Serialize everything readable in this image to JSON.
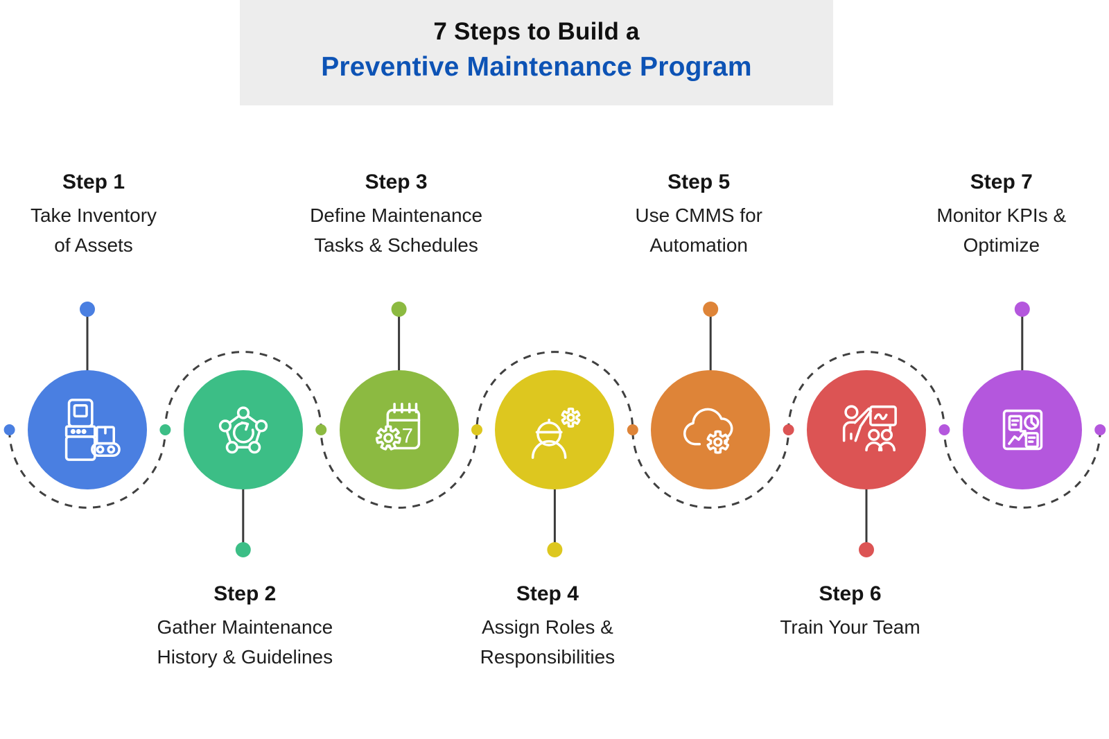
{
  "header": {
    "title_line1": "7 Steps to Build a",
    "title_line2": "Preventive Maintenance Program",
    "title_line1_color": "#101010",
    "title_line2_color": "#0d53b5",
    "background": "#ededed"
  },
  "steps": [
    {
      "number_label": "Step 1",
      "description_lines": [
        "Take Inventory",
        "of Assets"
      ],
      "color": "#4a7fe1",
      "icon": "machine-conveyor-icon",
      "label_position": "top"
    },
    {
      "number_label": "Step 2",
      "description_lines": [
        "Gather Maintenance",
        "History & Guidelines"
      ],
      "color": "#3cbe86",
      "icon": "pentagon-history-icon",
      "label_position": "bottom"
    },
    {
      "number_label": "Step 3",
      "description_lines": [
        "Define Maintenance",
        "Tasks & Schedules"
      ],
      "color": "#8cba41",
      "icon": "calendar-gear-icon",
      "icon_text": "7",
      "label_position": "top"
    },
    {
      "number_label": "Step 4",
      "description_lines": [
        "Assign Roles &",
        "Responsibilities"
      ],
      "color": "#ddc71f",
      "icon": "worker-gear-icon",
      "label_position": "bottom"
    },
    {
      "number_label": "Step 5",
      "description_lines": [
        "Use CMMS for",
        "Automation"
      ],
      "color": "#de8438",
      "icon": "cloud-gear-icon",
      "label_position": "top"
    },
    {
      "number_label": "Step 6",
      "description_lines": [
        "Train Your Team"
      ],
      "color": "#dc5454",
      "icon": "training-icon",
      "label_position": "bottom"
    },
    {
      "number_label": "Step 7",
      "description_lines": [
        "Monitor KPIs &",
        "Optimize"
      ],
      "color": "#b457dd",
      "icon": "kpi-dashboard-icon",
      "label_position": "top"
    }
  ],
  "connector": {
    "dash_color": "#404040",
    "stem_color": "#3b3b3b"
  }
}
